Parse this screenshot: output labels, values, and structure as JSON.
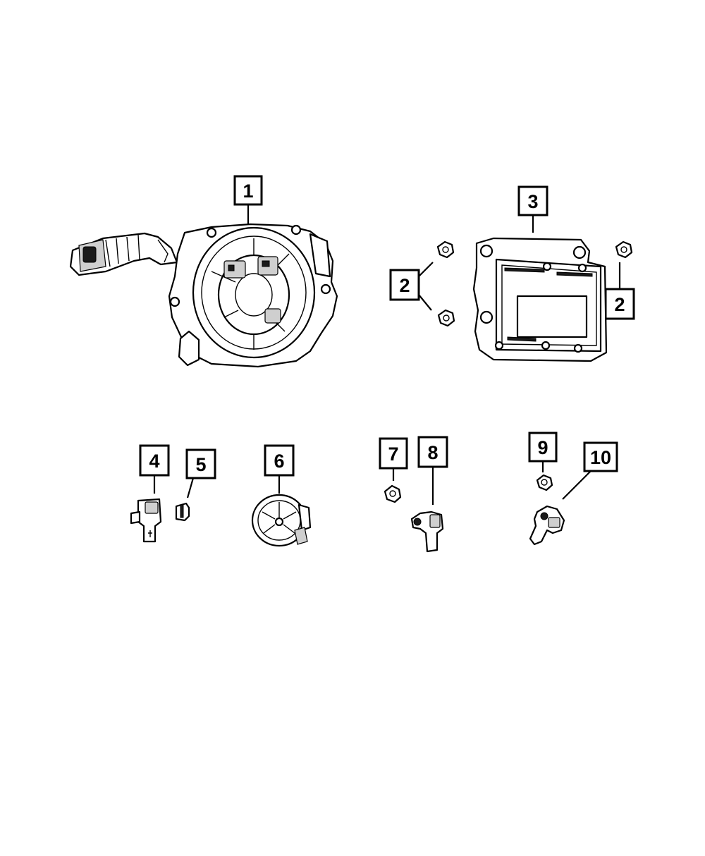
{
  "diagram": {
    "callouts": [
      {
        "id": "callout-1",
        "text": "1"
      },
      {
        "id": "callout-2-left",
        "text": "2"
      },
      {
        "id": "callout-2-right",
        "text": "2"
      },
      {
        "id": "callout-3",
        "text": "3"
      },
      {
        "id": "callout-4",
        "text": "4"
      },
      {
        "id": "callout-5",
        "text": "5"
      },
      {
        "id": "callout-6",
        "text": "6"
      },
      {
        "id": "callout-7",
        "text": "7"
      },
      {
        "id": "callout-8",
        "text": "8"
      },
      {
        "id": "callout-9",
        "text": "9"
      },
      {
        "id": "callout-10",
        "text": "10"
      }
    ]
  }
}
